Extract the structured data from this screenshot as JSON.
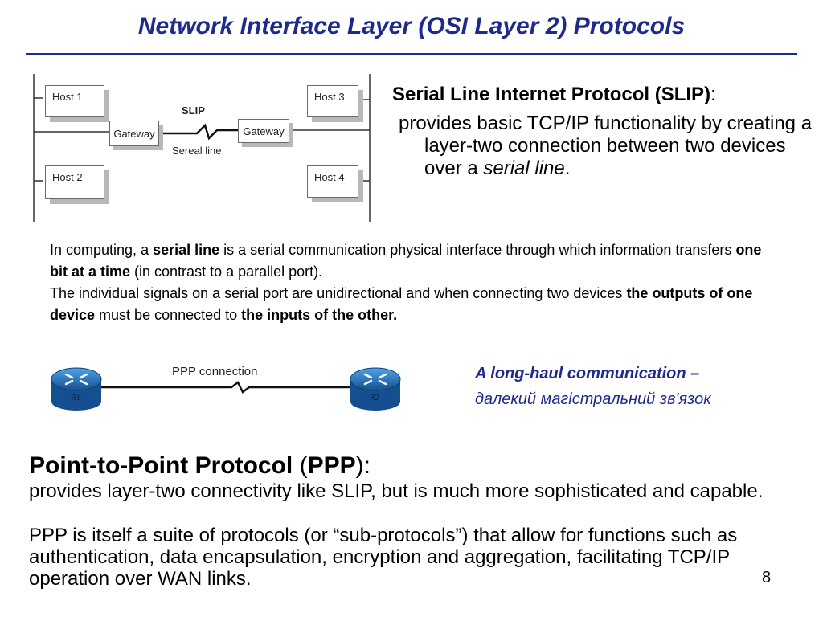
{
  "title": "Network Interface Layer (OSI Layer 2) Protocols",
  "slip_diagram": {
    "host1": "Host 1",
    "host2": "Host 2",
    "host3": "Host 3",
    "host4": "Host 4",
    "gateway_left": "Gateway",
    "gateway_right": "Gateway",
    "slip_label": "SLIP",
    "serial_label": "Sereal line"
  },
  "slip": {
    "heading": "Serial Line Internet Protocol (SLIP)",
    "colon": ":",
    "desc_part1": "provides basic TCP/IP functionality by creating a layer-two connection between two devices over a ",
    "desc_em": "serial line",
    "desc_end": "."
  },
  "serial_para": {
    "s1": "In computing, a ",
    "b1": "serial line",
    "s2": " is a serial communication physical interface through which information transfers ",
    "b2": "one bit at a time",
    "s3": " (in contrast to a parallel port).",
    "s4": "The individual signals on a serial port are unidirectional and when connecting two devices ",
    "b3": "the outputs of one device",
    "s5": " must be connected to ",
    "b4": "the inputs of the other."
  },
  "ppp_diagram": {
    "label": "PPP connection",
    "r1": "R1",
    "r2": "R2",
    "router_color": "#1f6fb5"
  },
  "longhaul": {
    "en": "A long-haul communication",
    "dash": " –",
    "ua": "далекий магістральний зв'язок"
  },
  "ppp": {
    "heading_b1": "Point-to-Point Protocol",
    "heading_mid": " (",
    "heading_b2": "PPP",
    "heading_end": "):",
    "desc1": "provides layer-two connectivity like SLIP, but is much more sophisticated and capable.",
    "desc2": "PPP is itself a suite of protocols (or “sub-protocols”) that allow for functions such as authentication, data encapsulation, encryption and aggregation, facilitating TCP/IP operation over WAN links."
  },
  "page_number": "8",
  "colors": {
    "title": "#1f2b8c",
    "accent": "#1f2b8c"
  }
}
